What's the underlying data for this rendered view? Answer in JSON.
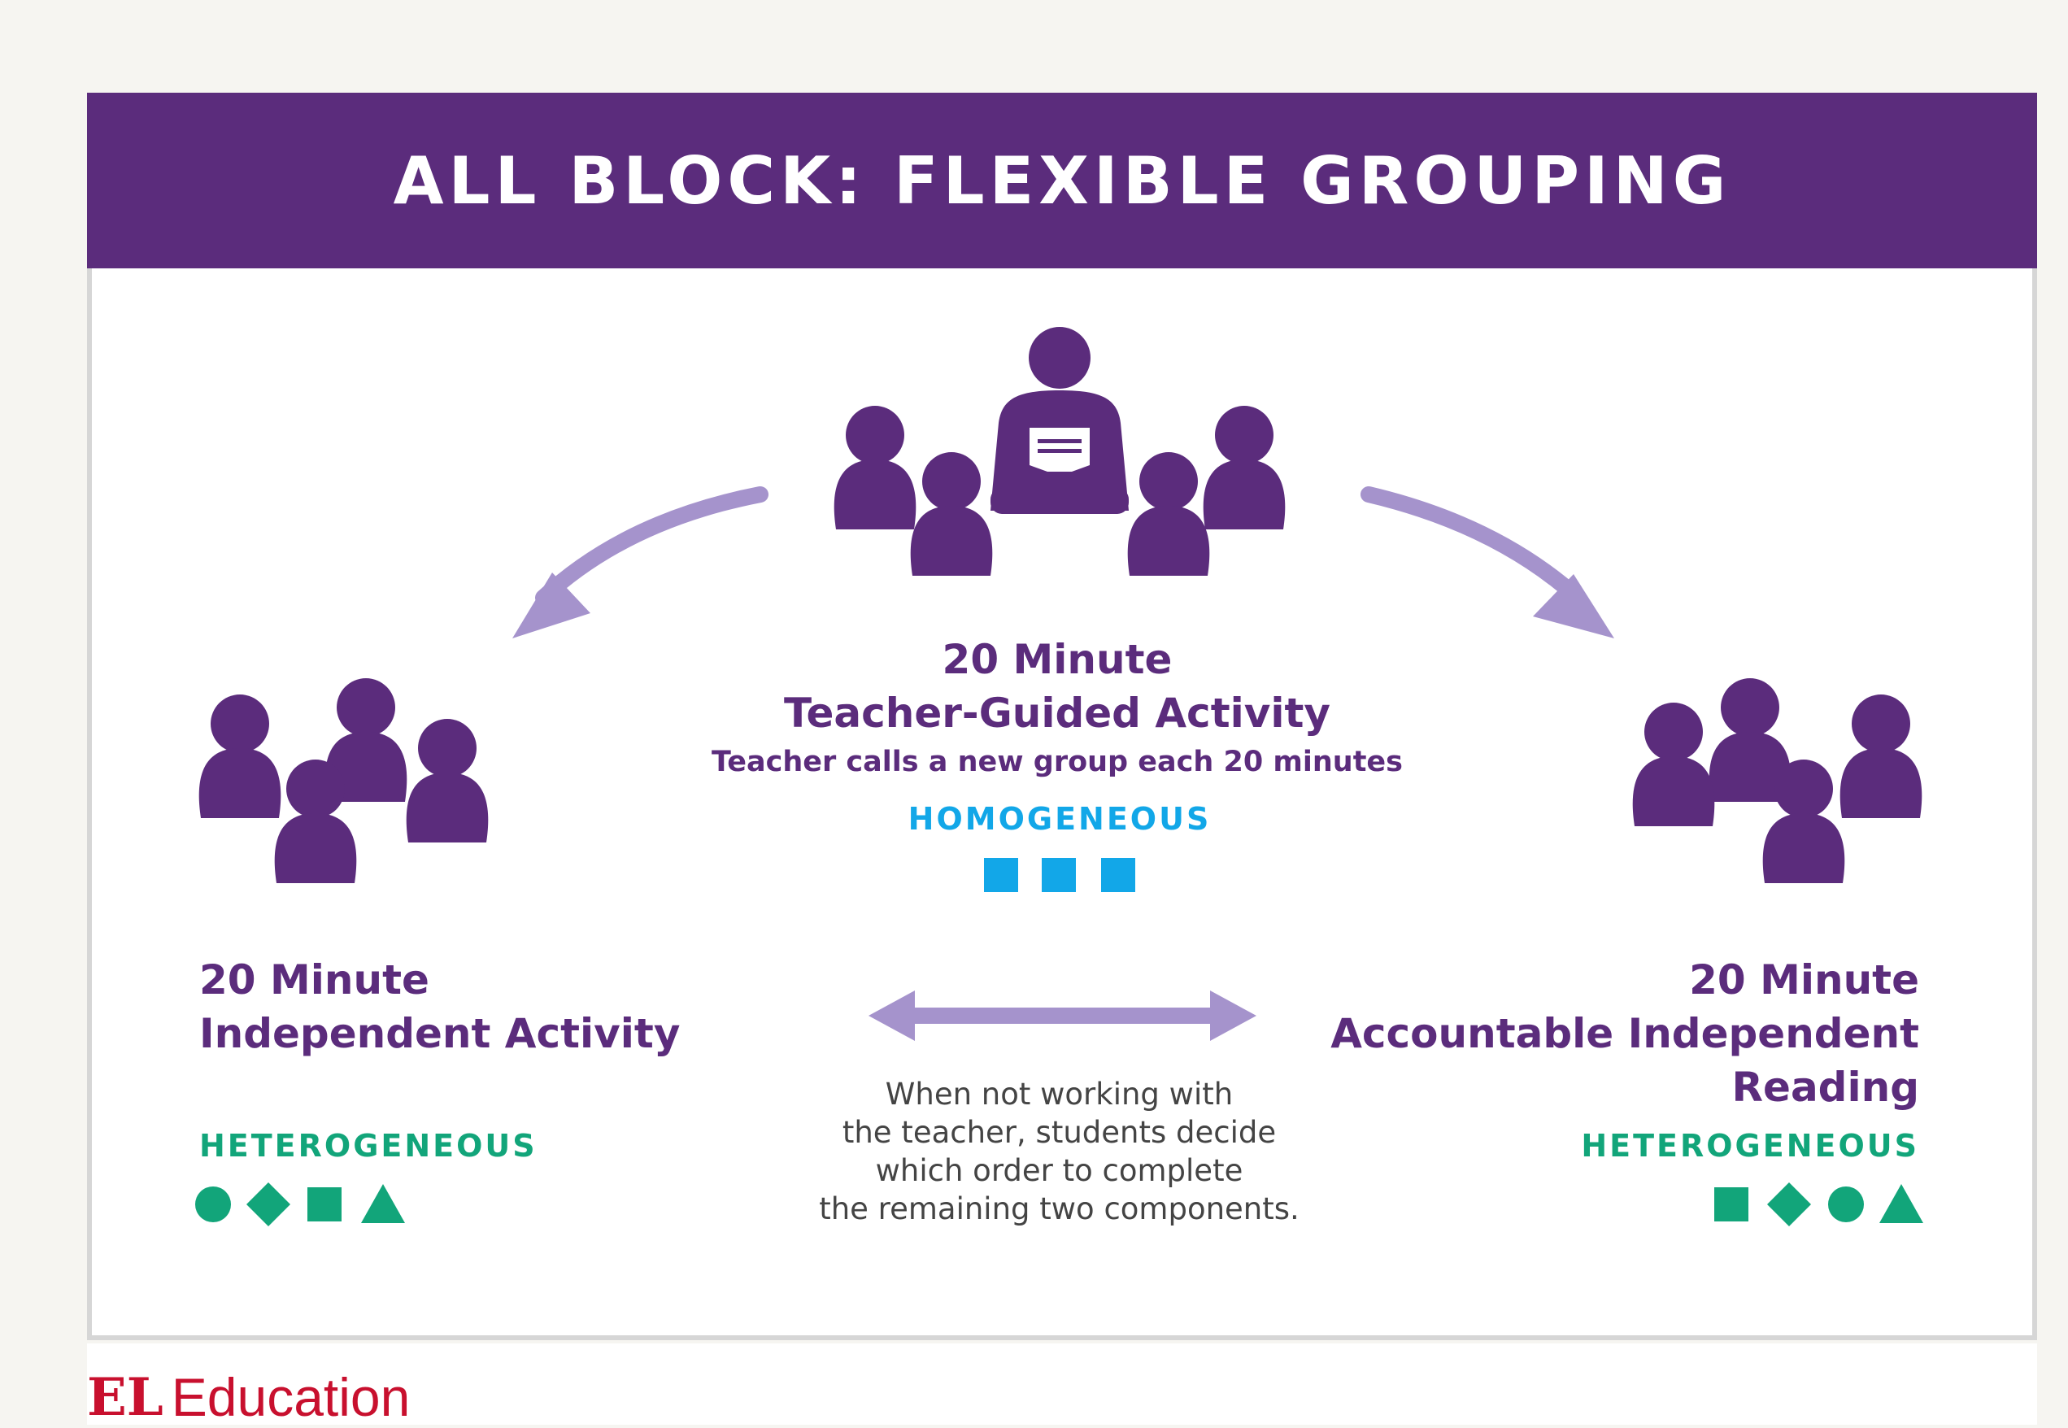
{
  "title": "ALL BLOCK: FLEXIBLE GROUPING",
  "center": {
    "duration": "20 Minute",
    "activity": "Teacher-Guided Activity",
    "subtitle": "Teacher calls a new group each 20 minutes",
    "grouping": "HOMOGENEOUS",
    "grouping_icons": [
      "square-icon",
      "square-icon",
      "square-icon"
    ]
  },
  "left": {
    "duration": "20 Minute",
    "activity": "Independent Activity",
    "grouping": "HETEROGENEOUS",
    "grouping_icons": [
      "circle-icon",
      "diamond-icon",
      "square-icon",
      "triangle-icon"
    ]
  },
  "right": {
    "duration": "20 Minute",
    "activity_line1": "Accountable Independent",
    "activity_line2": "Reading",
    "grouping": "HETEROGENEOUS",
    "grouping_icons": [
      "square-icon",
      "diamond-icon",
      "circle-icon",
      "triangle-icon"
    ]
  },
  "note": {
    "line1": "When not working with",
    "line2": "the teacher, students decide",
    "line3": "which order to complete",
    "line4": "the remaining two components."
  },
  "footer": {
    "logo_mark": "EL",
    "logo_text": "Education"
  },
  "colors": {
    "primary_purple": "#5b2c7c",
    "arrow_lavender": "#a593cc",
    "homogeneous_blue": "#12a7e8",
    "heterogeneous_green": "#12a57a",
    "logo_red": "#c8102e"
  }
}
